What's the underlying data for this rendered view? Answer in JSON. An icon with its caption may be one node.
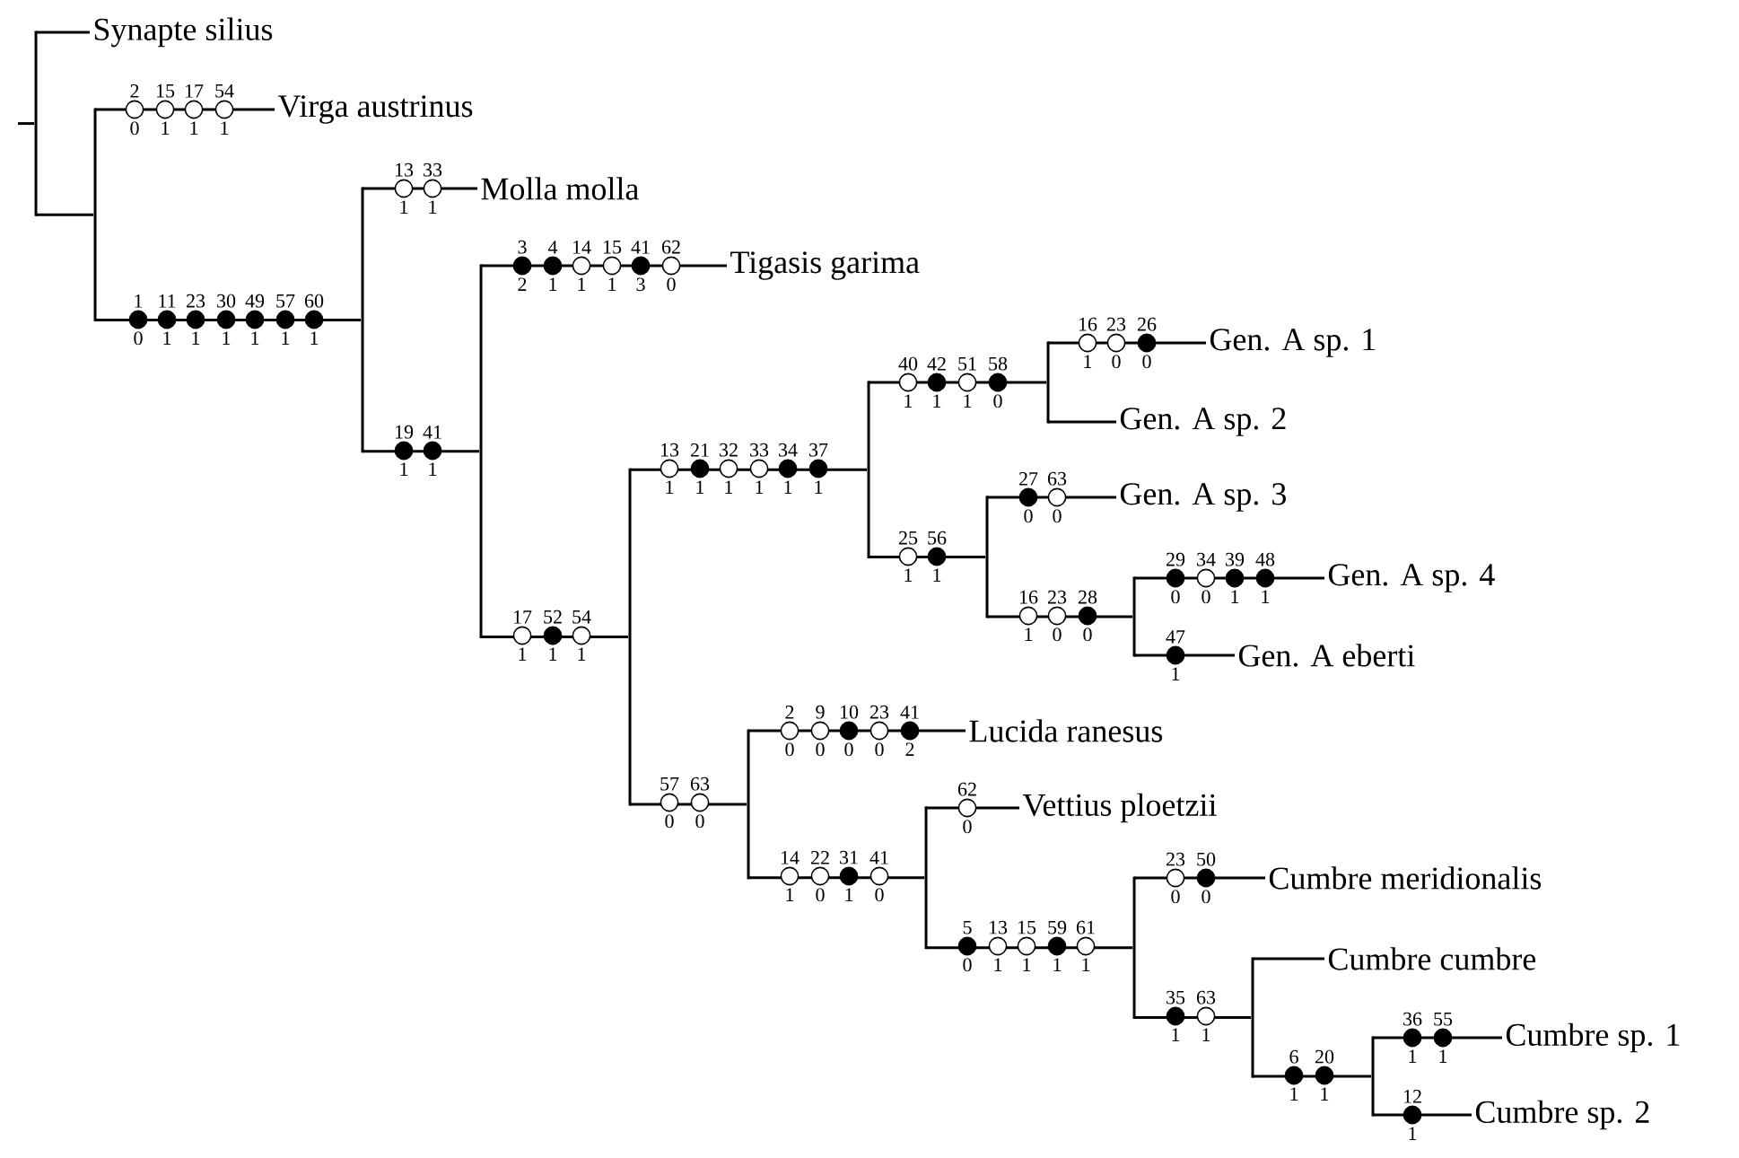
{
  "diagram": {
    "nodes": [
      {
        "text": [],
        "shape": "bar"
      },
      {
        "text": [
          "Synapte silius"
        ]
      },
      {
        "text": [],
        "shape": "bar"
      },
      {
        "text": [
          "Virga austrinus"
        ]
      },
      {
        "text": [],
        "shape": "bar"
      },
      {
        "text": [
          "Molla molla"
        ]
      },
      {
        "text": [],
        "shape": "bar"
      },
      {
        "text": [
          "Tigasis garima"
        ]
      },
      {
        "text": [],
        "shape": "bar"
      },
      {
        "text": [],
        "shape": "bar"
      },
      {
        "text": [],
        "shape": "bar"
      },
      {
        "text": [
          "Gen. A sp. 1"
        ]
      },
      {
        "text": [
          "Gen. A sp. 2"
        ]
      },
      {
        "text": [],
        "shape": "bar"
      },
      {
        "text": [
          "Gen. A sp. 3"
        ]
      },
      {
        "text": [],
        "shape": "bar"
      },
      {
        "text": [
          "Gen. A sp. 4"
        ]
      },
      {
        "text": [
          "Gen. A eberti"
        ]
      },
      {
        "text": [],
        "shape": "bar"
      },
      {
        "text": [
          "Lucida ranesus"
        ]
      },
      {
        "text": [],
        "shape": "bar"
      },
      {
        "text": [
          "Vettius ploetzii"
        ]
      },
      {
        "text": [],
        "shape": "bar"
      },
      {
        "text": [
          "Cumbre meridionalis"
        ]
      },
      {
        "text": [],
        "shape": "bar"
      },
      {
        "text": [
          "Cumbre cumbre"
        ]
      },
      {
        "text": [],
        "shape": "bar"
      },
      {
        "text": [
          "Cumbre sp. 1"
        ]
      },
      {
        "text": [
          "Cumbre sp. 2"
        ]
      }
    ],
    "edges": [
      {
        "from": null,
        "to": 0,
        "arrow": "none"
      },
      {
        "from": 0,
        "to": 1,
        "arrow": "none"
      },
      {
        "from": 0,
        "to": 2,
        "arrow": "none"
      },
      {
        "from": 2,
        "to": 3,
        "arrow": "none"
      },
      {
        "from": 2,
        "to": 4,
        "arrow": "none"
      },
      {
        "from": 4,
        "to": 5,
        "arrow": "none"
      },
      {
        "from": 4,
        "to": 6,
        "arrow": "none"
      },
      {
        "from": 6,
        "to": 7,
        "arrow": "none"
      },
      {
        "from": 6,
        "to": 8,
        "arrow": "none"
      },
      {
        "from": 8,
        "to": 9,
        "arrow": "none"
      },
      {
        "from": 9,
        "to": 10,
        "arrow": "none"
      },
      {
        "from": 10,
        "to": 11,
        "arrow": "none"
      },
      {
        "from": 10,
        "to": 12,
        "arrow": "none"
      },
      {
        "from": 9,
        "to": 13,
        "arrow": "none"
      },
      {
        "from": 13,
        "to": 14,
        "arrow": "none"
      },
      {
        "from": 13,
        "to": 15,
        "arrow": "none"
      },
      {
        "from": 15,
        "to": 16,
        "arrow": "none"
      },
      {
        "from": 15,
        "to": 17,
        "arrow": "none"
      },
      {
        "from": 8,
        "to": 18,
        "arrow": "none"
      },
      {
        "from": 18,
        "to": 19,
        "arrow": "none"
      },
      {
        "from": 18,
        "to": 20,
        "arrow": "none"
      },
      {
        "from": 20,
        "to": 21,
        "arrow": "none"
      },
      {
        "from": 20,
        "to": 22,
        "arrow": "none"
      },
      {
        "from": 22,
        "to": 23,
        "arrow": "none"
      },
      {
        "from": 22,
        "to": 24,
        "arrow": "none"
      },
      {
        "from": 24,
        "to": 25,
        "arrow": "none"
      },
      {
        "from": 24,
        "to": 26,
        "arrow": "none"
      },
      {
        "from": 26,
        "to": 27,
        "arrow": "none"
      },
      {
        "from": 26,
        "to": 28,
        "arrow": "none"
      }
    ],
    "labels": [
      "2",
      "15",
      "17",
      "54",
      "0",
      "1",
      "1",
      "1",
      "1",
      "11",
      "23",
      "30",
      "49",
      "57",
      "60",
      "0",
      "1",
      "1",
      "1",
      "1",
      "1",
      "1",
      "13",
      "33",
      "1",
      "1",
      "19",
      "41",
      "1",
      "1",
      "3",
      "4",
      "14",
      "15",
      "41",
      "62",
      "2",
      "1",
      "1",
      "1",
      "3",
      "0",
      "17",
      "52",
      "54",
      "1",
      "1",
      "1",
      "13",
      "21",
      "32",
      "33",
      "34",
      "37",
      "1",
      "1",
      "1",
      "1",
      "1",
      "1",
      "40",
      "42",
      "51",
      "58",
      "1",
      "1",
      "1",
      "0",
      "16",
      "23",
      "26",
      "1",
      "0",
      "0",
      "25",
      "56",
      "1",
      "1",
      "27",
      "63",
      "0",
      "0",
      "16",
      "23",
      "28",
      "1",
      "0",
      "0",
      "29",
      "34",
      "39",
      "48",
      "0",
      "0",
      "1",
      "1",
      "47",
      "1",
      "57",
      "63",
      "0",
      "0",
      "2",
      "9",
      "10",
      "23",
      "41",
      "0",
      "0",
      "0",
      "0",
      "2",
      "14",
      "22",
      "31",
      "41",
      "1",
      "0",
      "1",
      "0",
      "62",
      "0",
      "5",
      "13",
      "15",
      "59",
      "61",
      "0",
      "1",
      "1",
      "1",
      "1",
      "23",
      "50",
      "0",
      "0",
      "35",
      "63",
      "1",
      "1",
      "6",
      "20",
      "1",
      "1",
      "36",
      "55",
      "1",
      "1",
      "12",
      "1"
    ]
  }
}
